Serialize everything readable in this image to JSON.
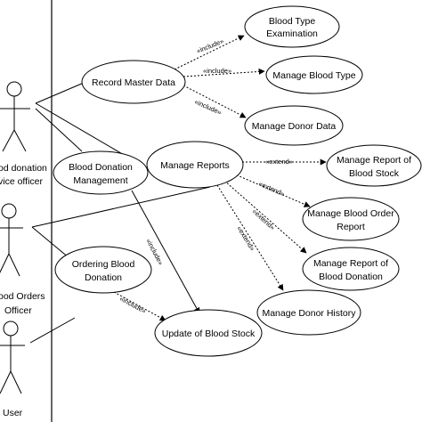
{
  "actors": [
    {
      "id": "service-officer",
      "lines": [
        "od donation",
        "vice officer"
      ]
    },
    {
      "id": "orders-officer",
      "lines": [
        "ood Orders",
        "Officer"
      ]
    },
    {
      "id": "user",
      "lines": [
        "User"
      ]
    }
  ],
  "use_cases": [
    {
      "id": "blood-type-exam",
      "lines": [
        "Blood Type",
        "Examination"
      ]
    },
    {
      "id": "record-master",
      "lines": [
        "Record Master Data"
      ]
    },
    {
      "id": "manage-blood-type",
      "lines": [
        "Manage Blood Type"
      ]
    },
    {
      "id": "manage-donor-data",
      "lines": [
        "Manage Donor Data"
      ]
    },
    {
      "id": "blood-donation-mgmt",
      "lines": [
        "Blood Donation",
        "Management"
      ]
    },
    {
      "id": "manage-reports",
      "lines": [
        "Manage Reports"
      ]
    },
    {
      "id": "report-blood-stock",
      "lines": [
        "Manage Report of",
        "Blood Stock"
      ]
    },
    {
      "id": "report-blood-order",
      "lines": [
        "Manage Blood Order",
        "Report"
      ]
    },
    {
      "id": "report-blood-donation",
      "lines": [
        "Manage Report of",
        "Blood Donation"
      ]
    },
    {
      "id": "manage-donor-history",
      "lines": [
        "Manage Donor History"
      ]
    },
    {
      "id": "ordering-blood",
      "lines": [
        "Ordering Blood",
        "Donation"
      ]
    },
    {
      "id": "update-stock",
      "lines": [
        "Update of Blood Stock"
      ]
    }
  ],
  "stereotypes": {
    "include": "«include»",
    "extend": "«extend»"
  }
}
